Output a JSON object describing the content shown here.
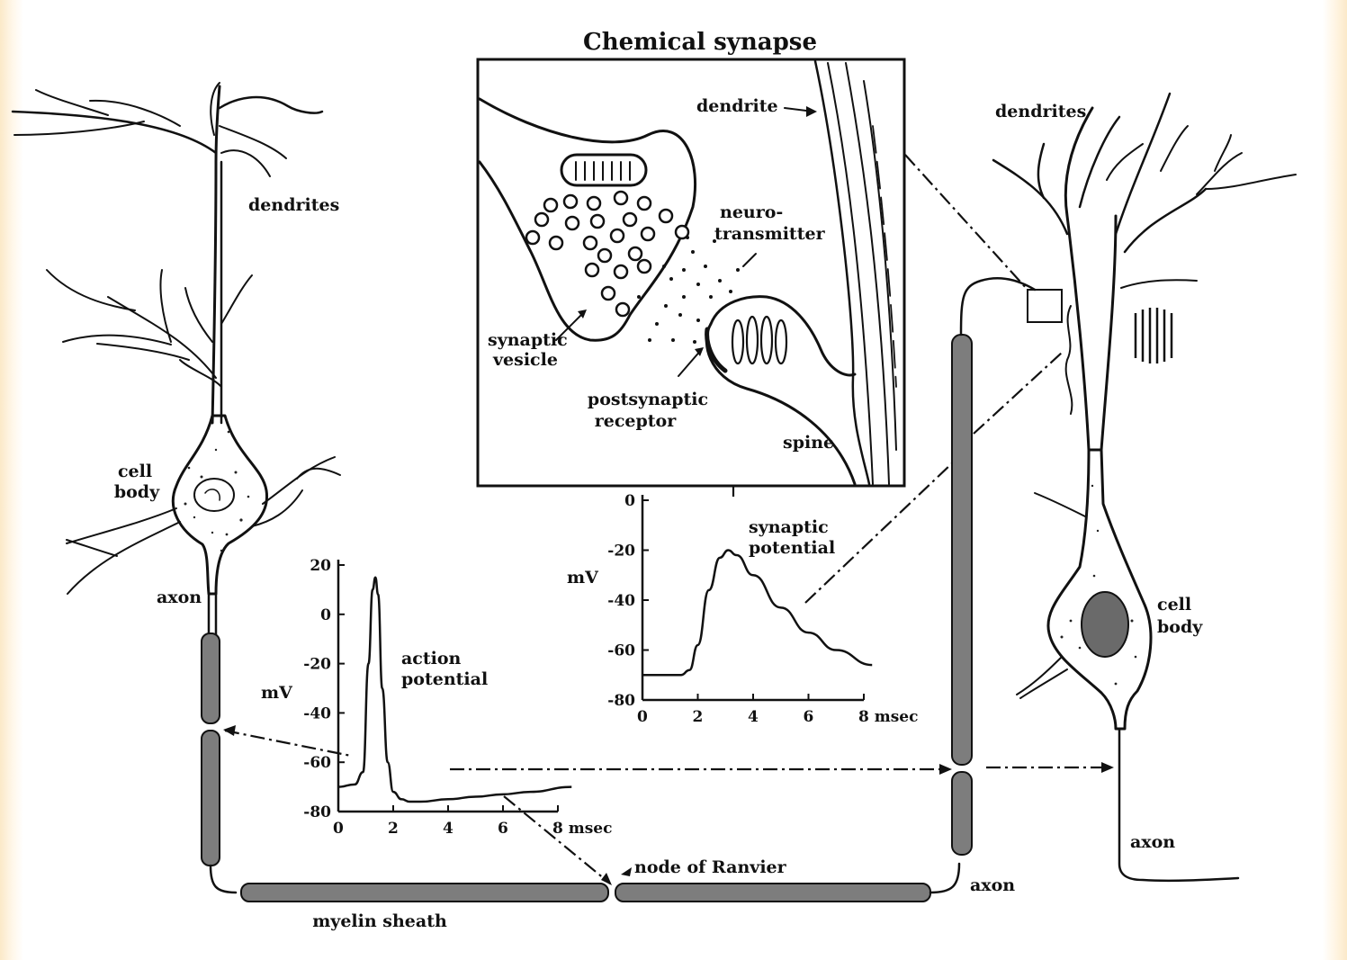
{
  "figure": {
    "title": "Chemical synapse"
  },
  "labels": {
    "dendrites_left": "dendrites",
    "cell_body_left_1": "cell",
    "cell_body_left_2": "body",
    "axon_left": "axon",
    "myelin_sheath": "myelin sheath",
    "node_of_ranvier": "node of Ranvier",
    "axon_right_bottom": "axon",
    "dendrites_right": "dendrites",
    "cell_body_right_1": "cell",
    "cell_body_right_2": "body",
    "axon_right": "axon",
    "dendrite_inset": "dendrite",
    "neurotransmitter_1": "neuro-",
    "neurotransmitter_2": "transmitter",
    "synaptic_vesicle_1": "synaptic",
    "synaptic_vesicle_2": "vesicle",
    "postsynaptic_receptor_1": "postsynaptic",
    "postsynaptic_receptor_2": "receptor",
    "spine": "spine"
  },
  "chart_data": [
    {
      "type": "line",
      "curve_label": [
        "action",
        "potential"
      ],
      "ylabel": "mV",
      "xunit": "msec",
      "xlim": [
        0,
        8
      ],
      "ylim": [
        -80,
        20
      ],
      "xticks": [
        "0",
        "2",
        "4",
        "6",
        "8"
      ],
      "yticks": [
        "20",
        "0",
        "-20",
        "-40",
        "-60",
        "-80"
      ],
      "x": [
        0,
        0.6,
        0.9,
        1.1,
        1.25,
        1.35,
        1.45,
        1.6,
        1.8,
        2.0,
        2.3,
        2.6,
        3.0,
        4.0,
        5.0,
        6.0,
        7.0,
        8.5
      ],
      "y": [
        -70,
        -69,
        -64,
        -20,
        10,
        15,
        8,
        -30,
        -60,
        -72,
        -75,
        -76,
        -76,
        -75,
        -74,
        -73,
        -72,
        -70
      ]
    },
    {
      "type": "line",
      "curve_label": [
        "synaptic",
        "potential"
      ],
      "ylabel": "mV",
      "xunit": "msec",
      "xlim": [
        0,
        8
      ],
      "ylim": [
        -80,
        0
      ],
      "xticks": [
        "0",
        "2",
        "4",
        "6",
        "8"
      ],
      "yticks": [
        "0",
        "-20",
        "-40",
        "-60",
        "-80"
      ],
      "x": [
        0,
        1.4,
        1.7,
        2.0,
        2.4,
        2.8,
        3.1,
        3.4,
        4.0,
        5.0,
        6.0,
        7.0,
        8.3
      ],
      "y": [
        -70,
        -70,
        -68,
        -58,
        -36,
        -23,
        -20,
        -22,
        -30,
        -43,
        -53,
        -60,
        -66
      ]
    }
  ]
}
